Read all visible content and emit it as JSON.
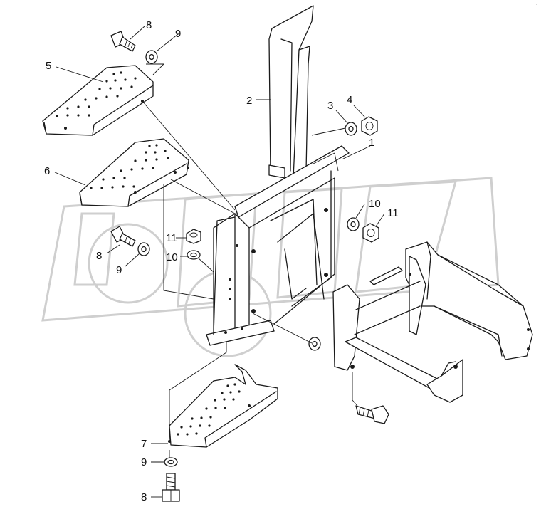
{
  "diagram": {
    "corner_mark": "ʻ—",
    "watermark": "OREX",
    "callouts": [
      {
        "id": "c1",
        "text": "1"
      },
      {
        "id": "c2",
        "text": "2"
      },
      {
        "id": "c3",
        "text": "3"
      },
      {
        "id": "c4",
        "text": "4"
      },
      {
        "id": "c5",
        "text": "5"
      },
      {
        "id": "c6",
        "text": "6"
      },
      {
        "id": "c7",
        "text": "7"
      },
      {
        "id": "c8a",
        "text": "8"
      },
      {
        "id": "c8b",
        "text": "8"
      },
      {
        "id": "c8c",
        "text": "8"
      },
      {
        "id": "c9a",
        "text": "9"
      },
      {
        "id": "c9b",
        "text": "9"
      },
      {
        "id": "c9c",
        "text": "9"
      },
      {
        "id": "c10a",
        "text": "10"
      },
      {
        "id": "c10b",
        "text": "10"
      },
      {
        "id": "c11a",
        "text": "11"
      },
      {
        "id": "c11b",
        "text": "11"
      }
    ]
  }
}
